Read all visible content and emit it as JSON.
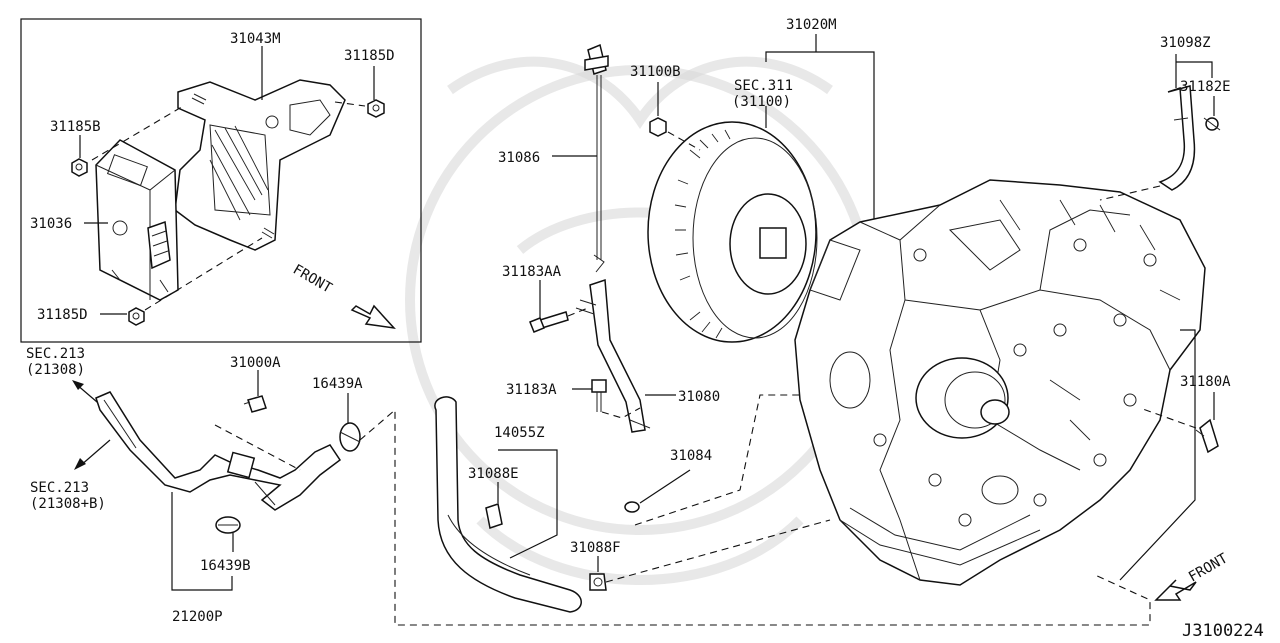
{
  "diagram": {
    "part_labels": {
      "p31043M": "31043M",
      "p31185D_top": "31185D",
      "p31185B": "31185B",
      "p31036": "31036",
      "p31185D_bottom": "31185D",
      "front_inset": "FRONT",
      "sec213_a": "SEC.213",
      "sec213_a_ref": "(21308)",
      "sec213_b": "SEC.213",
      "sec213_b_ref": "(21308+B)",
      "p31000A": "31000A",
      "p16439A": "16439A",
      "p16439B": "16439B",
      "p21200P": "21200P",
      "p31086": "31086",
      "p31100B": "31100B",
      "sec311": "SEC.311",
      "sec311_ref": "(31100)",
      "p31020M": "31020M",
      "p31098Z": "31098Z",
      "p31182E": "31182E",
      "p31183AA": "31183AA",
      "p31183A": "31183A",
      "p31080": "31080",
      "p14055Z": "14055Z",
      "p31088E": "31088E",
      "p31084": "31084",
      "p31088F": "31088F",
      "p31180A": "31180A",
      "front_main": "FRONT",
      "figure_code": "J3100224"
    }
  }
}
